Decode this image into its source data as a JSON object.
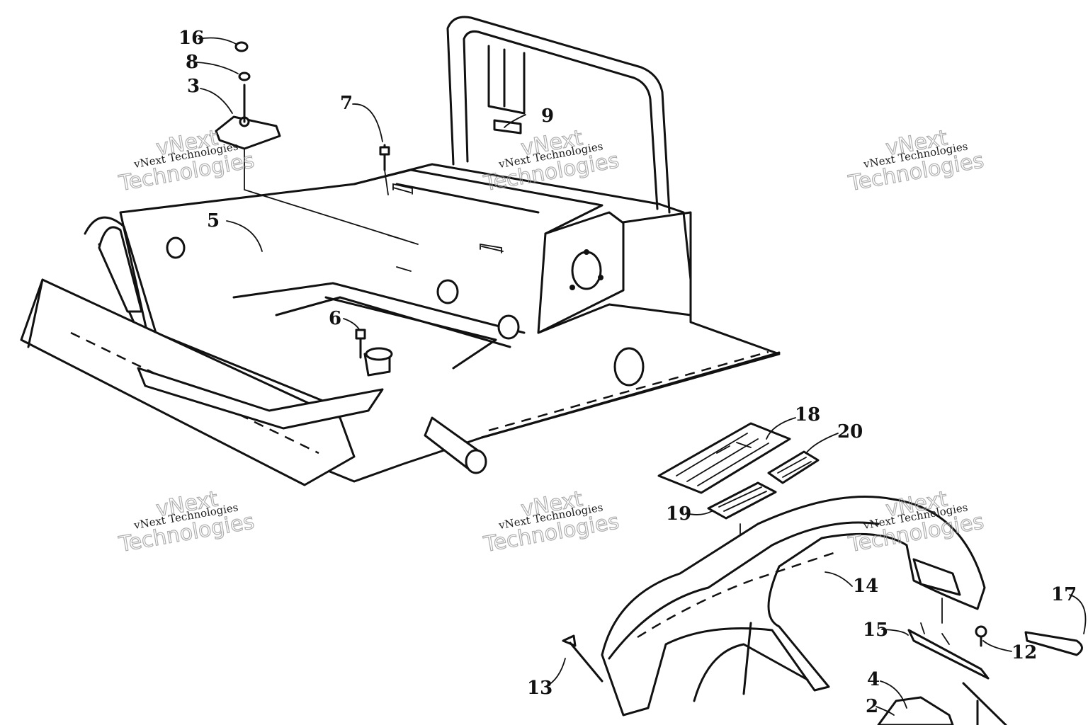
{
  "callouts": [
    "16",
    "8",
    "3",
    "7",
    "9",
    "5",
    "6",
    "18",
    "20",
    "19",
    "14",
    "17",
    "15",
    "12",
    "13",
    "4",
    "2"
  ],
  "watermark": {
    "line1": "vNext Technologies",
    "line2": "vNext",
    "line3": "Technologies"
  }
}
